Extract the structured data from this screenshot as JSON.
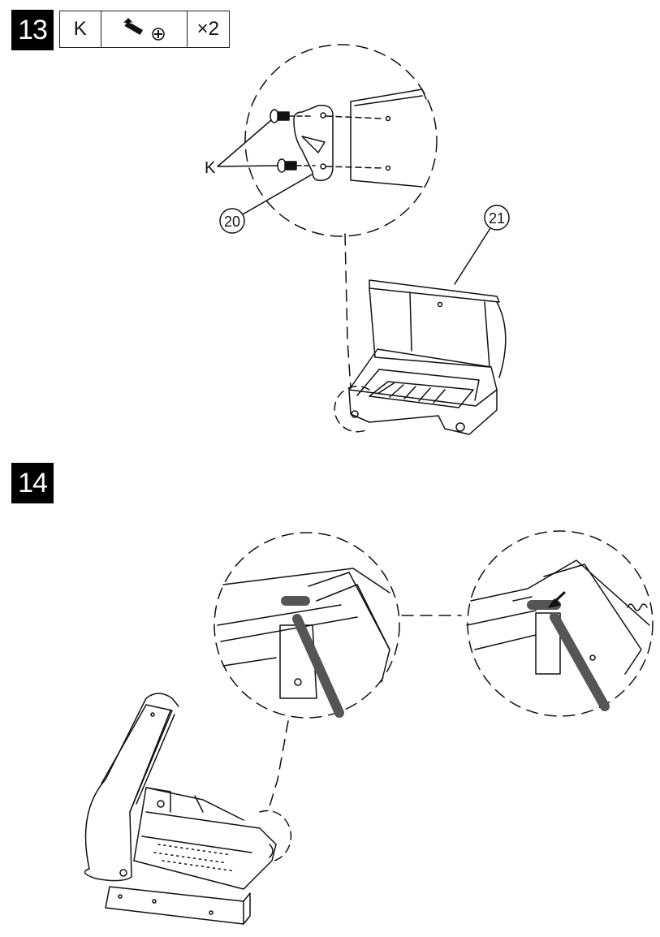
{
  "step13": {
    "number": "13",
    "parts": {
      "letter": "K",
      "icon": "screw-icon",
      "quantity": "×2"
    },
    "callouts": {
      "screw_label": "K",
      "bracket_label": "20",
      "lid_label": "21"
    }
  },
  "step14": {
    "number": "14"
  }
}
